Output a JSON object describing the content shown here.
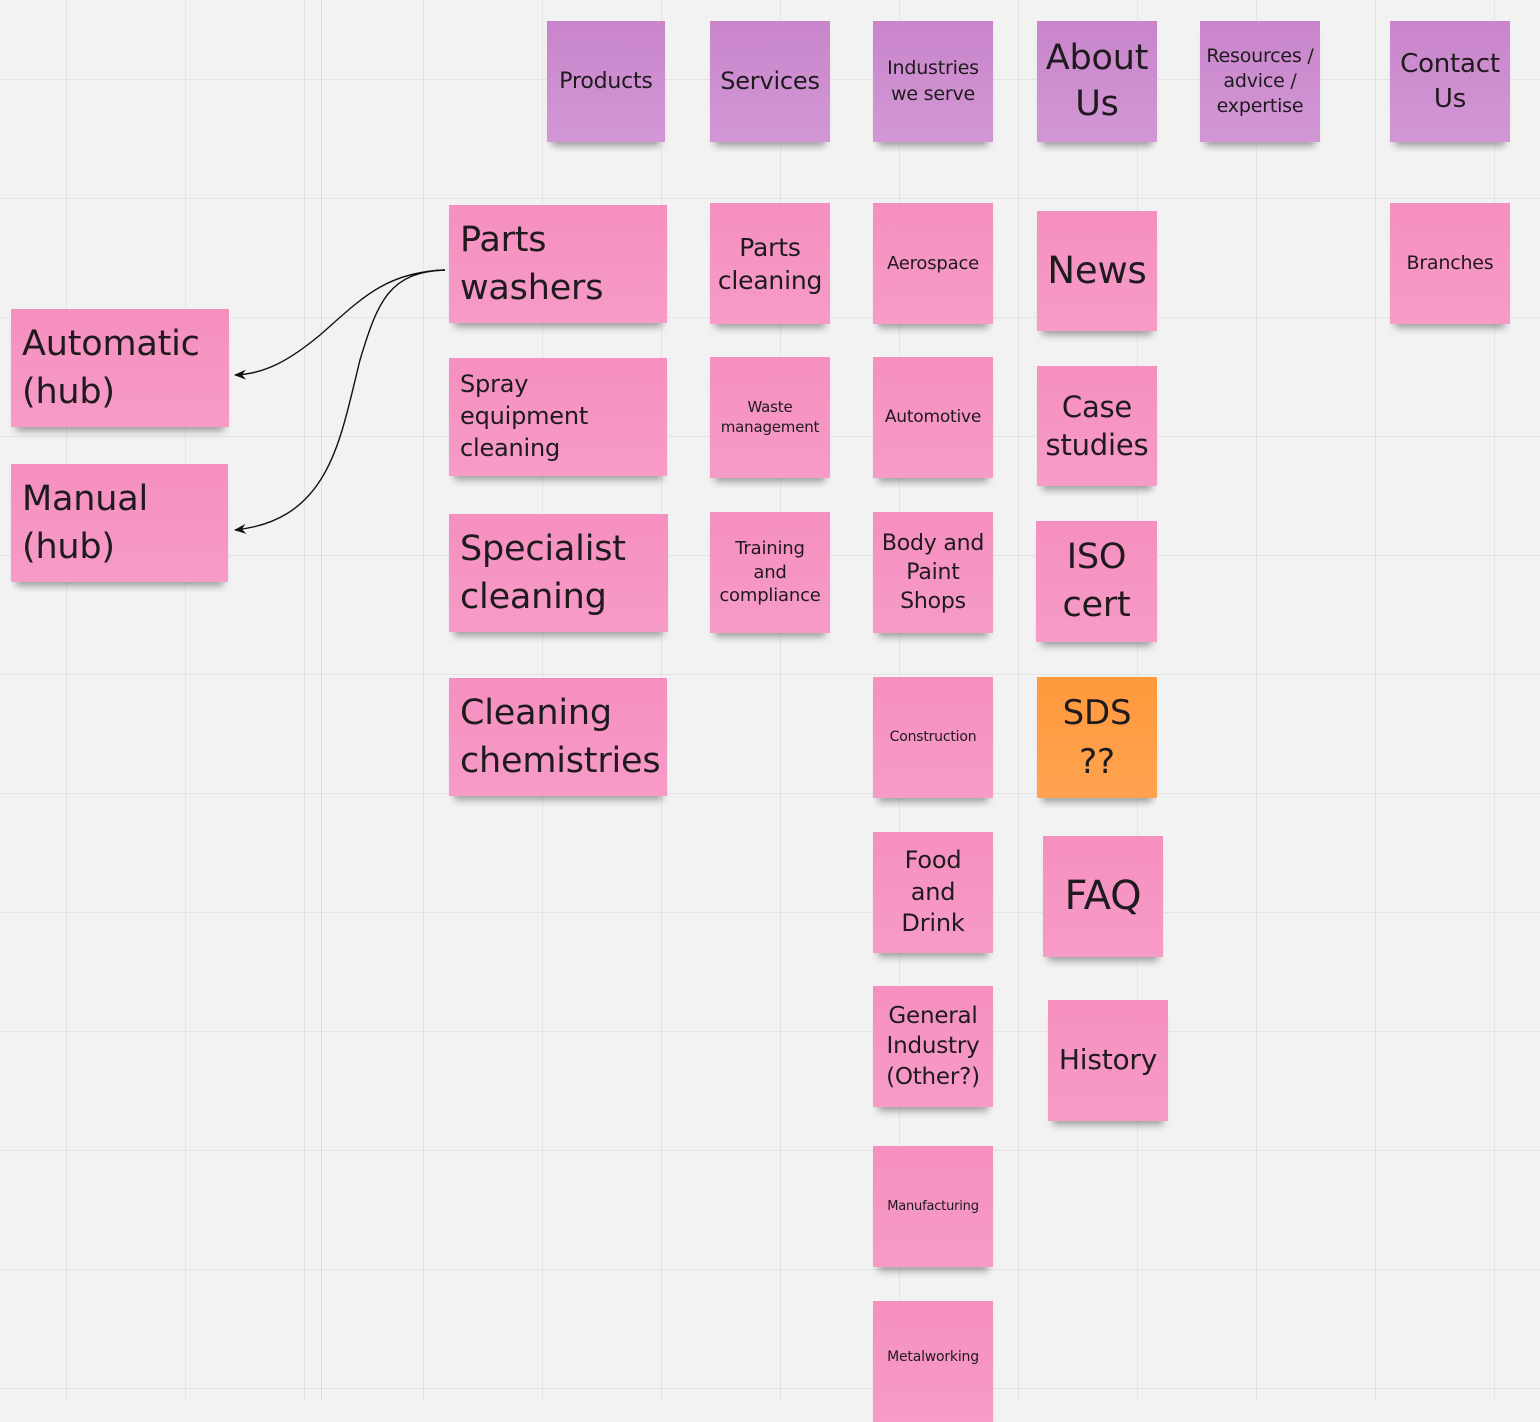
{
  "columns": {
    "products": "Products",
    "services": "Services",
    "industries": "Industries we serve",
    "about": "About Us",
    "resources": "Resources / advice / expertise",
    "contact": "Contact Us"
  },
  "products": [
    "Parts washers",
    "Spray equipment cleaning",
    "Specialist cleaning",
    "Cleaning chemistries"
  ],
  "hubs": [
    "Automatic (hub)",
    "Manual (hub)"
  ],
  "services": [
    "Parts cleaning",
    "Waste management",
    "Training and compliance"
  ],
  "industries": [
    "Aerospace",
    "Automotive",
    "Body and Paint Shops",
    "Construction",
    "Food and Drink",
    "General Industry (Other?)",
    "Manufacturing",
    "Metalworking"
  ],
  "about": [
    "News",
    "Case studies",
    "ISO cert",
    "SDS ??",
    "FAQ",
    "History"
  ],
  "contact": [
    "Branches"
  ],
  "colors": {
    "pink": "#f793c3",
    "purple": "#cd8ed0",
    "orange": "#ff9d46",
    "background": "#f2f2f2"
  }
}
